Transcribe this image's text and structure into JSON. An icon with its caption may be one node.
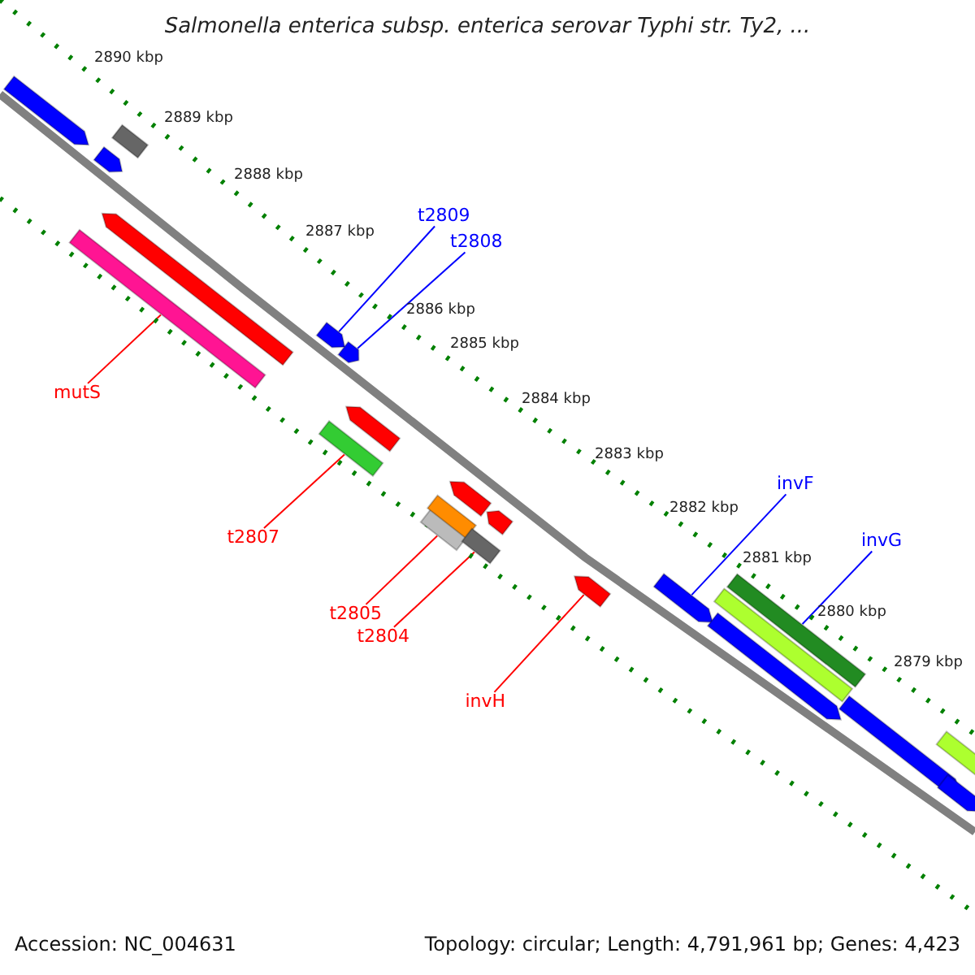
{
  "diagram": {
    "title": "Salmonella enterica subsp. enterica serovar Typhi str. Ty2, ...",
    "nodes": [
      {
        "text": [
          "t2809"
        ]
      },
      {
        "text": [
          "t2808"
        ]
      },
      {
        "text": [
          "mutS"
        ]
      },
      {
        "text": [
          "t2807"
        ]
      },
      {
        "text": [
          "t2805"
        ]
      },
      {
        "text": [
          "t2804"
        ]
      },
      {
        "text": [
          "invH"
        ]
      },
      {
        "text": [
          "invF"
        ]
      },
      {
        "text": [
          "invG"
        ]
      },
      {
        "text": [],
        "shape": "arrow"
      },
      {
        "text": [],
        "shape": "arrow"
      },
      {
        "text": [],
        "shape": "bar"
      },
      {
        "text": [],
        "shape": "bar"
      },
      {
        "text": [],
        "shape": "arrow"
      },
      {
        "text": [],
        "shape": "arrow"
      },
      {
        "text": [],
        "shape": "arrow"
      },
      {
        "text": [],
        "shape": "bar"
      },
      {
        "text": [],
        "shape": "arrow"
      },
      {
        "text": [],
        "shape": "bar"
      },
      {
        "text": [],
        "shape": "bar"
      },
      {
        "text": [],
        "shape": "arrow"
      },
      {
        "text": [],
        "shape": "bar"
      },
      {
        "text": [],
        "shape": "arrow"
      },
      {
        "text": [],
        "shape": "arrow"
      },
      {
        "text": [],
        "shape": "arrow"
      },
      {
        "text": [],
        "shape": "arrow"
      },
      {
        "text": [],
        "shape": "bar"
      },
      {
        "text": [],
        "shape": "bar"
      },
      {
        "text": [],
        "shape": "arrow"
      },
      {
        "text": [],
        "shape": "bar"
      },
      {
        "text": [],
        "shape": "arrow"
      }
    ],
    "edges": [
      {
        "from": 0,
        "to": 14,
        "arrow": "none",
        "color": "#0000ff"
      },
      {
        "from": 1,
        "to": 15,
        "arrow": "none",
        "color": "#0000ff"
      },
      {
        "from": 2,
        "to": 12,
        "arrow": "none"
      },
      {
        "from": 3,
        "to": 16,
        "arrow": "none"
      },
      {
        "from": 4,
        "to": 18,
        "arrow": "none"
      },
      {
        "from": 5,
        "to": 21,
        "arrow": "none"
      },
      {
        "from": 6,
        "to": 23,
        "arrow": "none"
      },
      {
        "from": 7,
        "to": 24,
        "arrow": "none",
        "color": "#0000ff"
      },
      {
        "from": 8,
        "to": 27,
        "arrow": "none",
        "color": "#0000ff"
      }
    ],
    "labels": [
      "2890 kbp",
      "2889 kbp",
      "2888 kbp",
      "2887 kbp",
      "2886 kbp",
      "2885 kbp",
      "2884 kbp",
      "2883 kbp",
      "2882 kbp",
      "2881 kbp",
      "2880 kbp",
      "2879 kbp",
      "Accession: NC_004631",
      "Topology: circular; Length: 4,791,961 bp; Genes: 4,423"
    ]
  }
}
